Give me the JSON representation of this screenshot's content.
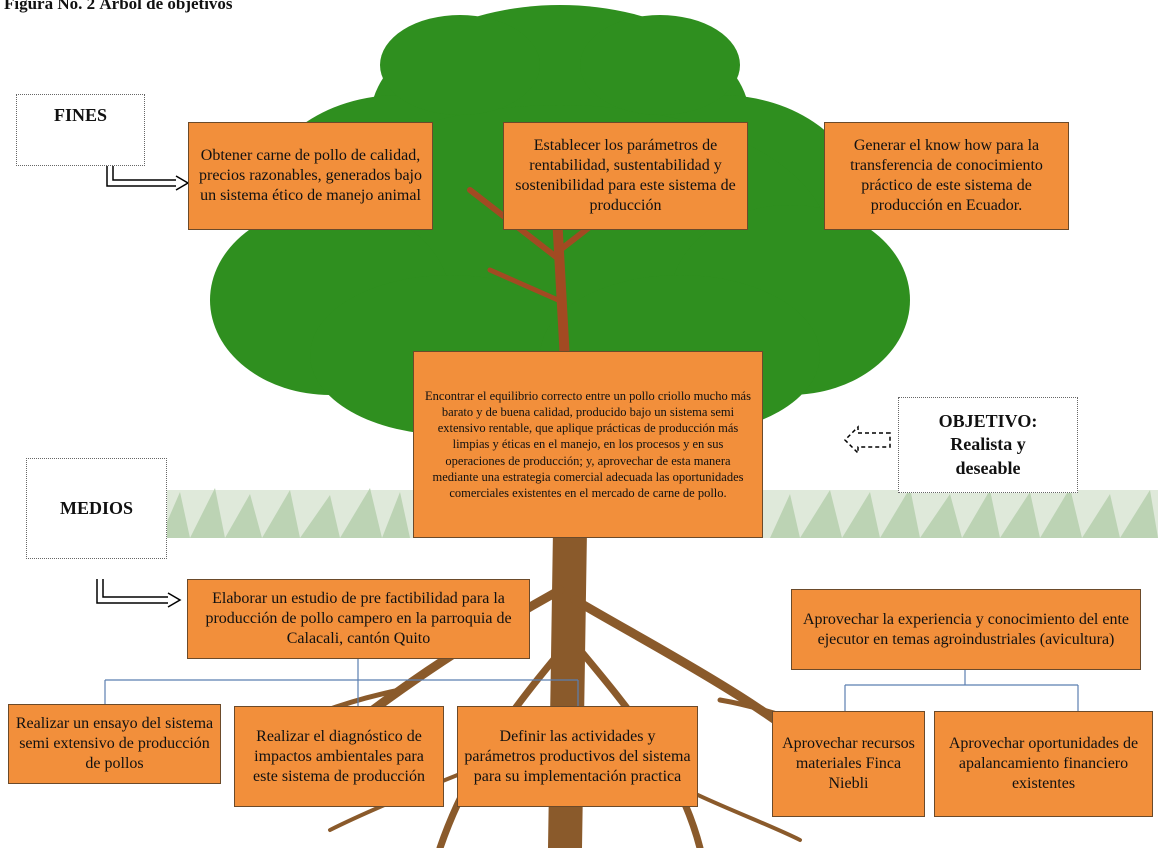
{
  "caption": "Figura No. 2 Árbol de objetivos",
  "labels": {
    "fines": "FINES",
    "medios": "MEDIOS",
    "objetivo": "OBJETIVO: Realista y deseable"
  },
  "fines": [
    "Obtener carne de pollo de calidad, precios razonables, generados bajo un sistema ético de manejo animal",
    "Establecer los parámetros de rentabilidad, sustentabilidad y sostenibilidad para este sistema de producción",
    "Generar el know how para la transferencia de conocimiento práctico de este sistema de producción en Ecuador."
  ],
  "objective": "Encontrar el equilibrio correcto entre un pollo criollo mucho más barato y de buena calidad, producido bajo un sistema semi extensivo rentable, que aplique prácticas de producción más limpias y éticas en el manejo, en los procesos y en sus operaciones de producción; y, aprovechar de esta manera mediante una estrategia comercial adecuada las oportunidades comerciales existentes en el mercado de carne de pollo.",
  "medios": {
    "left_main": "Elaborar un estudio de pre factibilidad para la producción de pollo campero en la parroquia de Calacali, cantón Quito",
    "left_children": [
      "Realizar un ensayo del sistema semi extensivo de producción de pollos",
      "Realizar el diagnóstico de impactos ambientales para este sistema de producción",
      "Definir las actividades y parámetros productivos del sistema para su implementación practica"
    ],
    "right_main": "Aprovechar la experiencia y conocimiento del ente ejecutor en temas agroindustriales (avicultura)",
    "right_children": [
      "Aprovechar recursos materiales Finca Niebli",
      "Aprovechar oportunidades de apalancamiento financiero existentes"
    ]
  },
  "colors": {
    "box": "#f28f3b",
    "foliage": "#2f8f1f",
    "trunk": "#8a5a2b",
    "grass": "#c9dcc2"
  }
}
